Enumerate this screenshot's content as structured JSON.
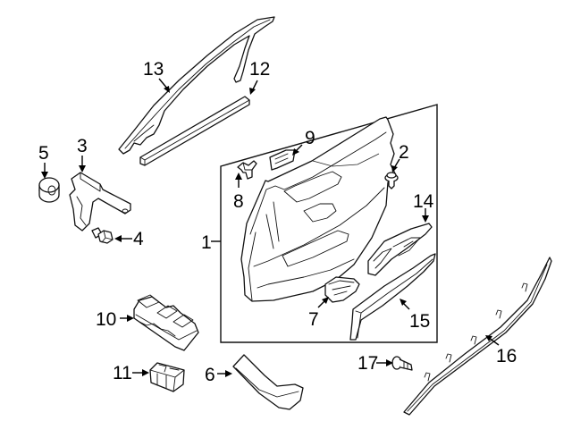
{
  "diagram": {
    "title": "Front Door Interior Trim Components",
    "type": "exploded-parts-diagram",
    "line_color": "#111111",
    "background": "#ffffff"
  },
  "callouts": {
    "c1": {
      "number": "1",
      "part": "door-trim-panel-assembly"
    },
    "c2": {
      "number": "2",
      "part": "trim-panel-clip"
    },
    "c3": {
      "number": "3",
      "part": "mounting-bracket"
    },
    "c4": {
      "number": "4",
      "part": "bracket-bolt"
    },
    "c5": {
      "number": "5",
      "part": "grommet"
    },
    "c6": {
      "number": "6",
      "part": "lower-trim-cover"
    },
    "c7": {
      "number": "7",
      "part": "switch-bezel"
    },
    "c8": {
      "number": "8",
      "part": "retainer-clip"
    },
    "c9": {
      "number": "9",
      "part": "door-handle-bezel"
    },
    "c10": {
      "number": "10",
      "part": "window-switch"
    },
    "c11": {
      "number": "11",
      "part": "mirror-switch"
    },
    "c12": {
      "number": "12",
      "part": "belt-weatherstrip"
    },
    "c13": {
      "number": "13",
      "part": "window-trim-molding"
    },
    "c14": {
      "number": "14",
      "part": "armrest-switch-panel"
    },
    "c15": {
      "number": "15",
      "part": "armrest-trim"
    },
    "c16": {
      "number": "16",
      "part": "outer-belt-molding"
    },
    "c17": {
      "number": "17",
      "part": "molding-screw"
    }
  }
}
